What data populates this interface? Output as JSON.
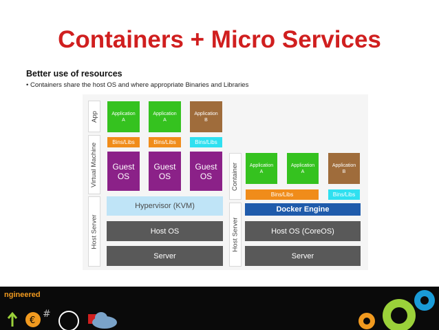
{
  "title": "Containers + Micro Services",
  "subheading": "Better use of resources",
  "bullet": "• Containers share the host OS and where appropriate Binaries and Libraries",
  "vm_stack": {
    "labels": {
      "app": "App",
      "virtual_machine": "Virtual Machine",
      "host_server": "Host Server"
    },
    "apps": [
      {
        "line1": "Application",
        "line2": "A"
      },
      {
        "line1": "Application",
        "line2": "A"
      },
      {
        "line1": "Application",
        "line2": "B"
      }
    ],
    "bins": [
      "Bins/Libs",
      "Bins/Libs",
      "Bins/Libs"
    ],
    "guests": [
      {
        "line1": "Guest",
        "line2": "OS"
      },
      {
        "line1": "Guest",
        "line2": "OS"
      },
      {
        "line1": "Guest",
        "line2": "OS"
      }
    ],
    "hypervisor": "Hypervisor (KVM)",
    "host_os": "Host OS",
    "server": "Server"
  },
  "container_stack": {
    "labels": {
      "container": "Container",
      "host_server": "Host Server"
    },
    "apps": [
      {
        "line1": "Application",
        "line2": "A"
      },
      {
        "line1": "Application",
        "line2": "A"
      },
      {
        "line1": "Application",
        "line2": "B"
      }
    ],
    "bins": [
      "Bins/Libs",
      "Bins/Libs"
    ],
    "docker": "Docker Engine",
    "host_os": "Host OS (CoreOS)",
    "server": "Server"
  },
  "footer": {
    "brand": "ngineered"
  },
  "colors": {
    "title": "#d01f1f",
    "app_green": "#35c21f",
    "app_brown": "#9f6c3b",
    "guest_purple": "#8b2188",
    "bins_orange": "#f08c1a",
    "bins_cyan": "#2fe0f0",
    "hypervisor": "#bfe4f7",
    "docker": "#1f5bab",
    "host_gray": "#595959"
  }
}
